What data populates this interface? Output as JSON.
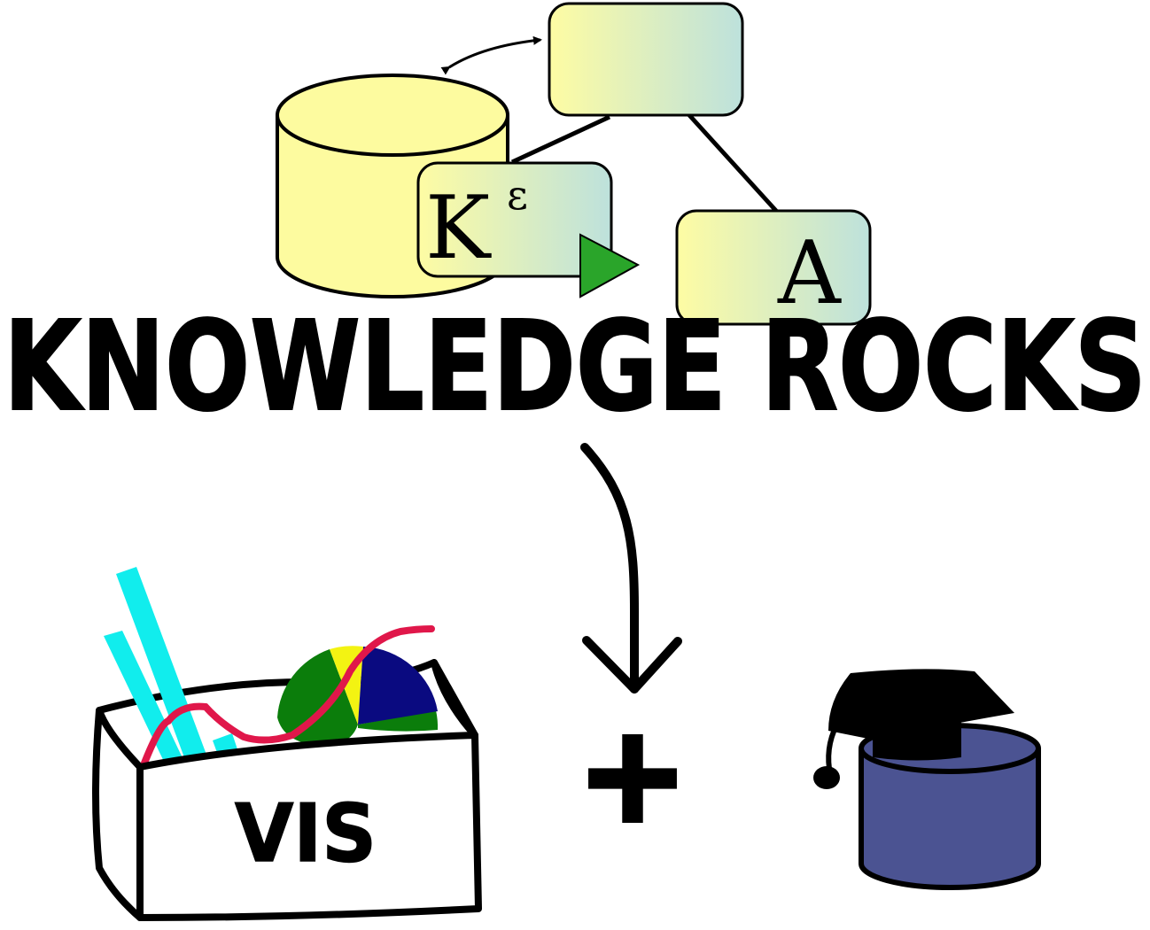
{
  "title": "KNOWLEDGE ROCKS",
  "top_diagram": {
    "node_k_label": "K",
    "node_k_superscript": "ε",
    "node_a_label": "A"
  },
  "bottom": {
    "vis_label": "VIS",
    "plus_symbol": "+"
  },
  "colors": {
    "cylinder_fill": "#fdfb9f",
    "box_gradient_start": "#fefca3",
    "box_gradient_end": "#bde1dc",
    "play_arrow": "#2aa52a",
    "bars": "#11eded",
    "line": "#e0174a",
    "pie_green": "#0b7d0b",
    "pie_yellow": "#f3f312",
    "pie_navy": "#0a0a80",
    "db_blue": "#4b5392",
    "ink": "#000000"
  },
  "icons": [
    "database-icon",
    "graduation-cap-icon",
    "play-arrow-icon",
    "bar-chart-icon",
    "pie-chart-icon",
    "box-icon"
  ]
}
